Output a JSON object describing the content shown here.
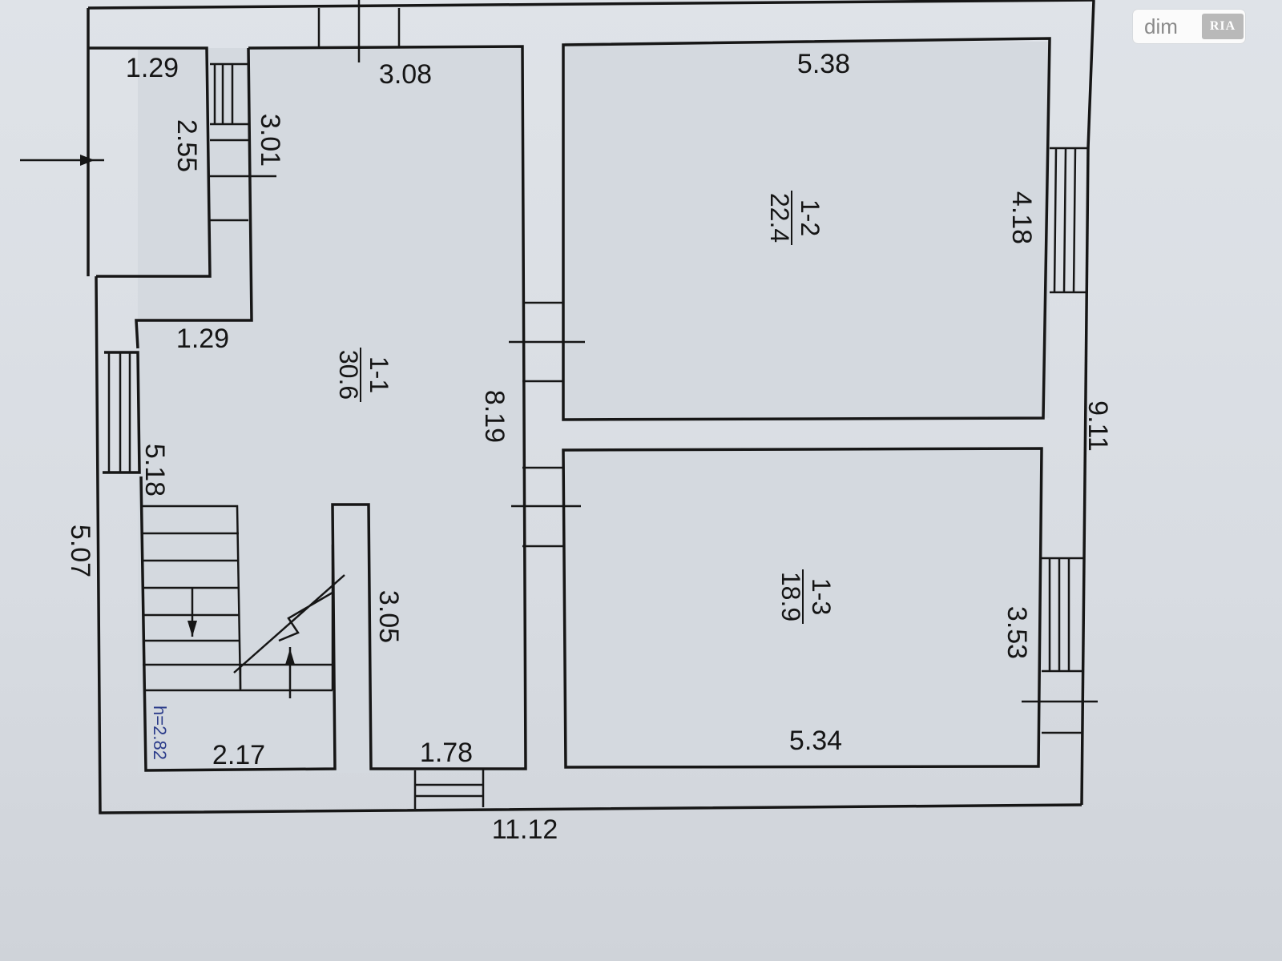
{
  "watermark": {
    "text": "dim",
    "logo": "RIA"
  },
  "rooms": [
    {
      "id": "1-1",
      "area": "30.6"
    },
    {
      "id": "1-2",
      "area": "22.4"
    },
    {
      "id": "1-3",
      "area": "18.9"
    }
  ],
  "dimensions": {
    "entry_width": "1.29",
    "hall_top": "3.08",
    "room2_top": "5.38",
    "entry_depth": "2.55",
    "hall_upper": "3.01",
    "hall_offset": "1.29",
    "room2_side": "4.18",
    "hall_depth": "8.19",
    "overall_depth": "9.11",
    "stair_side": "5.18",
    "left_overall": "5.07",
    "stair_depth": "3.05",
    "room3_side": "3.53",
    "stair_width": "2.17",
    "door_width": "1.78",
    "room3_bottom": "5.34",
    "overall_width": "11.12"
  },
  "height_note": "h=2.82",
  "icons": {
    "logo": "ria-logo-icon",
    "entrance": "entrance-arrow-icon",
    "stair": "stair-direction-icon"
  }
}
